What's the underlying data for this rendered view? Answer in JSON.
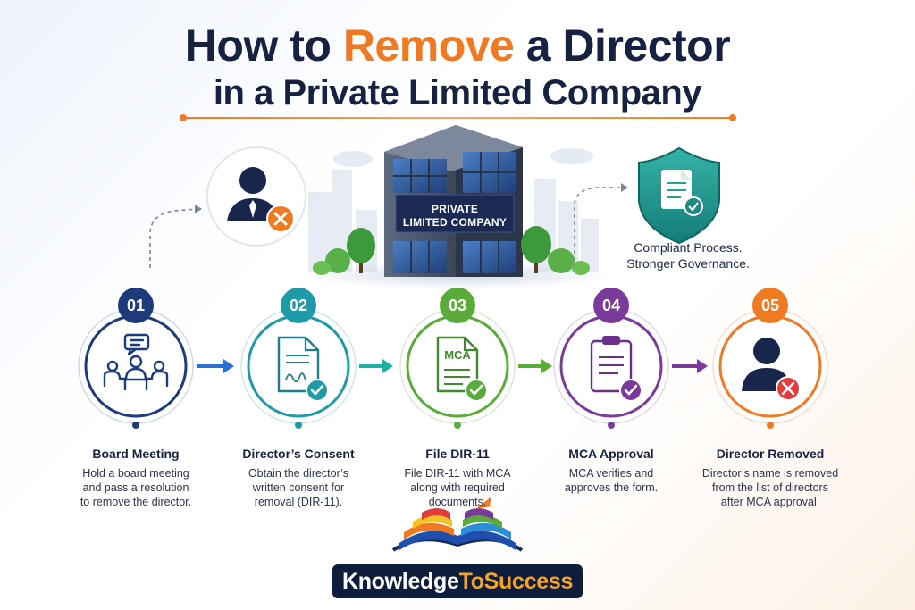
{
  "title": {
    "line1_prefix": "How to ",
    "line1_accent": "Remove",
    "line1_suffix": " a Director",
    "line2": "in a Private Limited Company"
  },
  "building_sign": {
    "line1": "PRIVATE",
    "line2": "LIMITED COMPANY"
  },
  "compliance": {
    "line1": "Compliant Process.",
    "line2": "Stronger Governance."
  },
  "steps": [
    {
      "number": "01",
      "title": "Board Meeting",
      "description": [
        "Hold a board meeting",
        "and pass a resolution",
        "to remove the director."
      ],
      "color": "#1d3a7a",
      "icon": "meeting-icon"
    },
    {
      "number": "02",
      "title": "Director’s Consent",
      "description": [
        "Obtain the director’s",
        "written consent for",
        "removal (DIR-11)."
      ],
      "color": "#1e9aa8",
      "icon": "signed-document-icon"
    },
    {
      "number": "03",
      "title": "File DIR-11",
      "description": [
        "File DIR-11 with MCA",
        "along with required",
        "documents."
      ],
      "color": "#5aab3a",
      "icon": "mca-document-icon"
    },
    {
      "number": "04",
      "title": "MCA Approval",
      "description": [
        "MCA verifies and",
        "approves the form."
      ],
      "color": "#7a3a9a",
      "icon": "clipboard-check-icon"
    },
    {
      "number": "05",
      "title": "Director Removed",
      "description": [
        "Director’s name is removed",
        "from the list of directors",
        "after MCA approval."
      ],
      "color": "#f07a22",
      "icon": "person-removed-icon"
    }
  ],
  "doc_label": "MCA",
  "brand": {
    "part1": "Knowledge",
    "part2": "ToSuccess"
  },
  "colors": {
    "navy": "#16223f",
    "accent_orange": "#f07a22",
    "teal": "#1e9aa8",
    "green": "#5aab3a",
    "purple": "#7a3a9a",
    "red": "#e23b3b"
  }
}
